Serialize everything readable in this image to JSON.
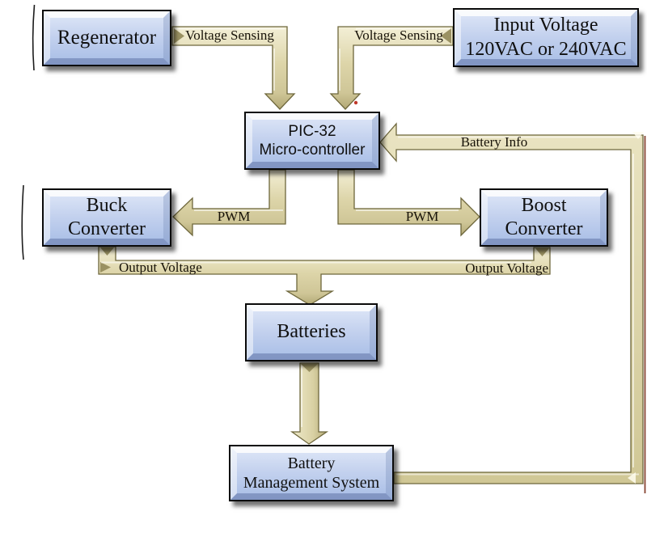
{
  "palette": {
    "background": "#ffffff",
    "block_fill": "#c3d1ee",
    "block_border": "#0a0a0a",
    "arrow_fill": "#ddd5a9",
    "arrow_outline": "#6e673c",
    "label_color": "#171208",
    "artifact_line": "#7a2f1b"
  },
  "blocks": {
    "regenerator": {
      "label": "Regenerator"
    },
    "input_voltage": {
      "line1": "Input Voltage",
      "line2": "120VAC or 240VAC"
    },
    "pic32": {
      "line1": "PIC-32",
      "line2": "Micro-controller"
    },
    "buck": {
      "line1": "Buck",
      "line2": "Converter"
    },
    "boost": {
      "line1": "Boost",
      "line2": "Converter"
    },
    "batteries": {
      "label": "Batteries"
    },
    "bms": {
      "line1": "Battery",
      "line2": "Management System"
    }
  },
  "arrow_labels": {
    "voltage_sensing_left": "Voltage Sensing",
    "voltage_sensing_right": "Voltage Sensing",
    "battery_info": "Battery Info",
    "pwm_left": "PWM",
    "pwm_right": "PWM",
    "output_voltage_left": "Output Voltage",
    "output_voltage_right": "Output Voltage"
  }
}
